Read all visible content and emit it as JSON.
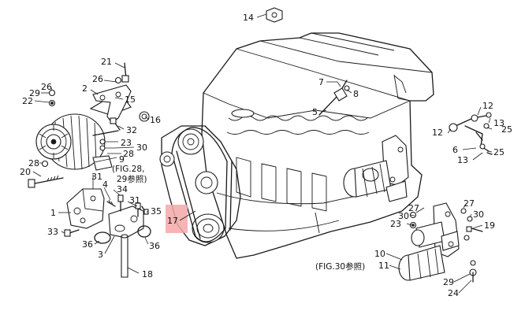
{
  "highlight_color": "#f4a8a8",
  "callouts": [
    {
      "id": "c14",
      "text": "14"
    },
    {
      "id": "c21",
      "text": "21"
    },
    {
      "id": "c26a",
      "text": "26"
    },
    {
      "id": "c2",
      "text": "2"
    },
    {
      "id": "c26b",
      "text": "26"
    },
    {
      "id": "c29a",
      "text": "29"
    },
    {
      "id": "c22",
      "text": "22"
    },
    {
      "id": "c15",
      "text": "15"
    },
    {
      "id": "c16",
      "text": "16"
    },
    {
      "id": "c32",
      "text": "32"
    },
    {
      "id": "c23a",
      "text": "23"
    },
    {
      "id": "c30a",
      "text": "30"
    },
    {
      "id": "c28a",
      "text": "28"
    },
    {
      "id": "c9",
      "text": "9"
    },
    {
      "id": "c28b",
      "text": "28"
    },
    {
      "id": "c20",
      "text": "20"
    },
    {
      "id": "c31a",
      "text": "31"
    },
    {
      "id": "c4",
      "text": "4"
    },
    {
      "id": "c34",
      "text": "34"
    },
    {
      "id": "c1",
      "text": "1"
    },
    {
      "id": "c31b",
      "text": "31"
    },
    {
      "id": "c35",
      "text": "35"
    },
    {
      "id": "c33",
      "text": "33"
    },
    {
      "id": "c36a",
      "text": "36"
    },
    {
      "id": "c3",
      "text": "3"
    },
    {
      "id": "c36b",
      "text": "36"
    },
    {
      "id": "c18",
      "text": "18"
    },
    {
      "id": "c17",
      "text": "17"
    },
    {
      "id": "c7",
      "text": "7"
    },
    {
      "id": "c8",
      "text": "8"
    },
    {
      "id": "c5",
      "text": "5"
    },
    {
      "id": "c12a",
      "text": "12"
    },
    {
      "id": "c13a",
      "text": "13"
    },
    {
      "id": "c25a",
      "text": "25"
    },
    {
      "id": "c12b",
      "text": "12"
    },
    {
      "id": "c6",
      "text": "6"
    },
    {
      "id": "c25b",
      "text": "25"
    },
    {
      "id": "c13b",
      "text": "13"
    },
    {
      "id": "c27a",
      "text": "27"
    },
    {
      "id": "c27b",
      "text": "27"
    },
    {
      "id": "c30b",
      "text": "30"
    },
    {
      "id": "c30c",
      "text": "30"
    },
    {
      "id": "c23b",
      "text": "23"
    },
    {
      "id": "c19",
      "text": "19"
    },
    {
      "id": "c10",
      "text": "10"
    },
    {
      "id": "c11",
      "text": "11"
    },
    {
      "id": "c29b",
      "text": "29"
    },
    {
      "id": "c24",
      "text": "24"
    }
  ],
  "references": {
    "fig28_line1": "(FIG.28,",
    "fig28_line2": "29参照)",
    "fig30": "(FIG.30参照)"
  }
}
